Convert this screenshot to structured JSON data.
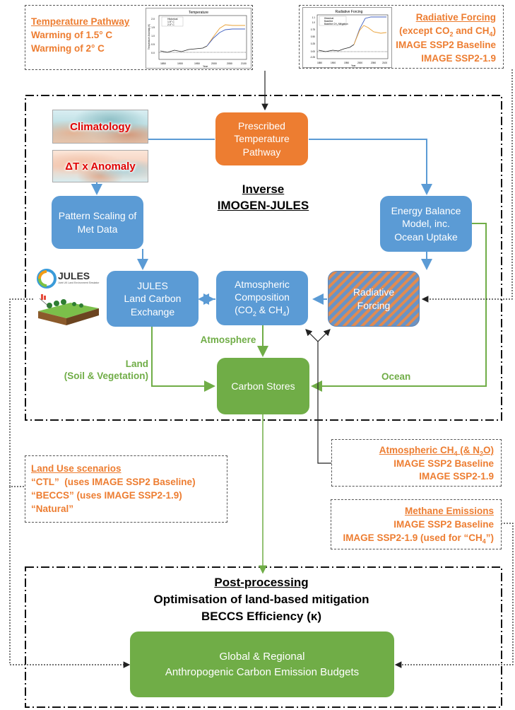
{
  "temperature_note": {
    "title": "Temperature Pathway",
    "lines": [
      "Warming of 1.5° C",
      "Warming of 2° C"
    ],
    "mini_chart": {
      "title": "Temperature",
      "legend": [
        "Historical",
        "1.5° C",
        "2.0° C"
      ],
      "xlabel": "Year",
      "ylabel": "Temperature Anomaly (K)",
      "xticks": [
        "1850",
        "1900",
        "1950",
        "2000",
        "2050",
        "2100"
      ],
      "yticks": [
        "0.0",
        "0.5",
        "1.0",
        "1.5",
        "2.0"
      ]
    }
  },
  "radiative_note": {
    "title": "Radiative Forcing",
    "line1_prefix": "(except CO",
    "line1_sub1": "2",
    "line1_mid": " and CH",
    "line1_sub2": "4",
    "line1_suffix": ")",
    "lines": [
      "IMAGE SSP2 Baseline",
      "IMAGE SSP2-1.9"
    ],
    "mini_chart": {
      "title": "Radiative Forcing",
      "legend": [
        "Historical",
        "Baseline",
        "Baseline CH₄ Mitigation"
      ],
      "xlabel": "Year",
      "yticks": [
        "1.1",
        "1.0",
        "0.75",
        "0.50",
        "0.25",
        "0.00",
        "-0.25"
      ],
      "xticks": [
        "1850",
        "1900",
        "1950",
        "2000",
        "2050",
        "2100"
      ]
    }
  },
  "maps": {
    "climatology": "Climatology",
    "anomaly": "ΔT x Anomaly"
  },
  "main": {
    "title_line1": "Inverse",
    "title_line2": "IMOGEN-JULES",
    "prescribed": [
      "Prescribed",
      "Temperature",
      "Pathway"
    ],
    "pattern_scaling": [
      "Pattern Scaling of",
      "Met Data"
    ],
    "energy_balance": [
      "Energy Balance",
      "Model, inc.",
      "Ocean Uptake"
    ],
    "jules_box": [
      "JULES",
      "Land Carbon",
      "Exchange"
    ],
    "atmos_line1": "Atmospheric",
    "atmos_line2": "Composition",
    "atmos_line3_prefix": "(CO",
    "atmos_line3_sub1": "2",
    "atmos_line3_mid": " & CH",
    "atmos_line3_sub2": "4",
    "atmos_line3_suffix": ")",
    "radiative_box": [
      "Radiative",
      "Forcing"
    ],
    "carbon_stores": "Carbon Stores",
    "label_atmosphere": "Atmosphere",
    "label_land": [
      "Land",
      "(Soil & Vegetation)"
    ],
    "label_ocean": "Ocean",
    "jules_logo": "JULES",
    "jules_logo_sub": "Joint UK Land Environment Simulator"
  },
  "ch4_note": {
    "title_prefix": "Atmospheric CH",
    "title_sub1": "4",
    "title_mid": " (& N",
    "title_sub2": "2",
    "title_suffix": "O)",
    "lines": [
      "IMAGE SSP2 Baseline",
      "IMAGE SSP2-1.9"
    ]
  },
  "landuse_note": {
    "title": "Land Use scenarios",
    "lines": [
      "“CTL”  (uses IMAGE SSP2 Baseline)",
      "“BECCS” (uses IMAGE SSP2-1.9)",
      "“Natural”"
    ]
  },
  "methane_note": {
    "title": "Methane Emissions",
    "line1": "IMAGE SSP2 Baseline",
    "line2_prefix": "IMAGE SSP2-1.9 (used for “CH",
    "line2_sub": "4",
    "line2_suffix": "”)"
  },
  "post": {
    "title": "Post-processing",
    "line1": "Optimisation of land-based mitigation",
    "line2": "BECCS Efficiency (κ)",
    "budget_box": [
      "Global & Regional",
      "Anthropogenic Carbon Emission Budgets"
    ]
  },
  "colors": {
    "blue": "#5b9bd5",
    "orange": "#ed7d31",
    "green": "#70ad47",
    "red_label": "#e00000"
  }
}
